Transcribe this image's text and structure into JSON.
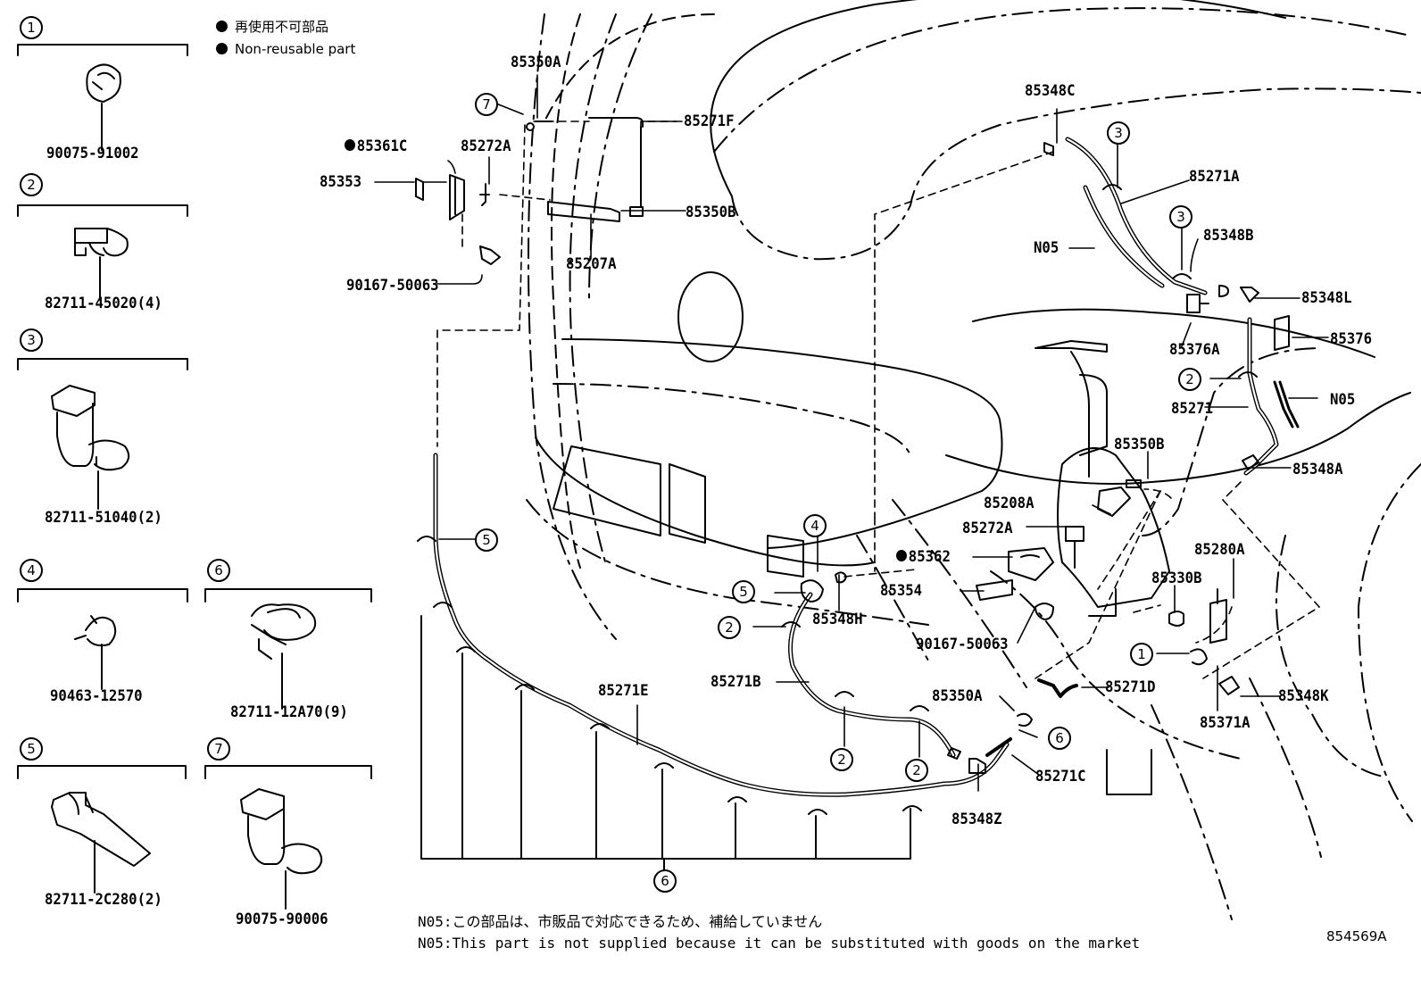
{
  "legend": {
    "jp": "再使用不可部品",
    "en": "Non-reusable part"
  },
  "clip_boxes": [
    {
      "index": "1",
      "part": "90075-91002"
    },
    {
      "index": "2",
      "part": "82711-45020(4)"
    },
    {
      "index": "3",
      "part": "82711-51040(2)"
    },
    {
      "index": "4",
      "part": "90463-12570"
    },
    {
      "index": "6",
      "part": "82711-12A70(9)"
    },
    {
      "index": "5",
      "part": "82711-2C280(2)"
    },
    {
      "index": "7",
      "part": "90075-90006"
    }
  ],
  "labels": {
    "p85350A_top": "85350A",
    "p85271F": "85271F",
    "p85361C": "85361C",
    "p85272A_top": "85272A",
    "p85353": "85353",
    "p85350B_top": "85350B",
    "p85207A": "85207A",
    "p90167_top": "90167-50063",
    "p85348C": "85348C",
    "p85271A": "85271A",
    "pN05_top": "N05",
    "p85348B": "85348B",
    "p85348L": "85348L",
    "p85376A": "85376A",
    "p85376": "85376",
    "p85271": "85271",
    "pN05_right": "N05",
    "p85350B_mid": "85350B",
    "p85348A": "85348A",
    "p85208A": "85208A",
    "p85272A_mid": "85272A",
    "p85362": "85362",
    "p85280A": "85280A",
    "p85354": "85354",
    "p85330B": "85330B",
    "p85348H": "85348H",
    "p90167_mid": "90167-50063",
    "p85271B": "85271B",
    "p85271E": "85271E",
    "p85350A_low": "85350A",
    "p85271D": "85271D",
    "p85371A": "85371A",
    "p85348K": "85348K",
    "p85271C": "85271C",
    "p85348Z": "85348Z"
  },
  "callouts": {
    "c7": "7",
    "c3a": "3",
    "c3b": "3",
    "c2a": "2",
    "c4": "4",
    "c5a": "5",
    "c2b": "2",
    "c5b": "5",
    "c6a": "6",
    "c2c": "2",
    "c2d": "2",
    "c1": "1",
    "c6b": "6"
  },
  "notes": {
    "jp": "N05:この部品は、市販品で対応できるため、補給していません",
    "en": "N05:This part is not supplied because it can be substituted with goods on the market"
  },
  "ref_number": "854569A"
}
